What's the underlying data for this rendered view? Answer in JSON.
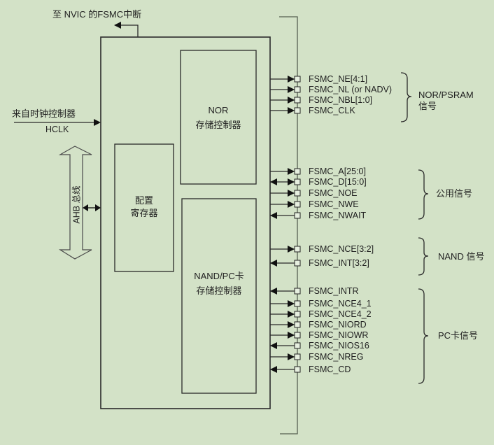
{
  "diagram": {
    "interrupt_label": "至 NVIC 的FSMC中断",
    "clock_input": {
      "source": "来自时钟控制器",
      "signal": "HCLK"
    },
    "bus_label": "AHB 总线",
    "blocks": {
      "nor_controller": {
        "line1": "NOR",
        "line2": "存储控制器"
      },
      "config_register": {
        "line1": "配置",
        "line2": "寄存器"
      },
      "nand_pc_controller": {
        "line1": "NAND/PC卡",
        "line2": "存储控制器"
      }
    },
    "signal_groups": [
      {
        "name": "NOR/PSRAM 信号",
        "label_line1": "NOR/PSRAM",
        "label_line2": "信号",
        "signals": [
          {
            "name": "FSMC_NE[4:1]",
            "direction": "out"
          },
          {
            "name": "FSMC_NL (or NADV)",
            "direction": "out"
          },
          {
            "name": "FSMC_NBL[1:0]",
            "direction": "out"
          },
          {
            "name": "FSMC_CLK",
            "direction": "out"
          }
        ]
      },
      {
        "name": "公用信号",
        "label_line1": "公用信号",
        "label_line2": "",
        "signals": [
          {
            "name": "FSMC_A[25:0]",
            "direction": "out"
          },
          {
            "name": "FSMC_D[15:0]",
            "direction": "bidir"
          },
          {
            "name": "FSMC_NOE",
            "direction": "out"
          },
          {
            "name": "FSMC_NWE",
            "direction": "out"
          },
          {
            "name": "FSMC_NWAIT",
            "direction": "in"
          }
        ]
      },
      {
        "name": "NAND 信号",
        "label_line1": "NAND 信号",
        "label_line2": "",
        "signals": [
          {
            "name": "FSMC_NCE[3:2]",
            "direction": "out"
          },
          {
            "name": "FSMC_INT[3:2]",
            "direction": "in"
          }
        ]
      },
      {
        "name": "PC卡信号",
        "label_line1": "PC卡信号",
        "label_line2": "",
        "signals": [
          {
            "name": "FSMC_INTR",
            "direction": "in"
          },
          {
            "name": "FSMC_NCE4_1",
            "direction": "out"
          },
          {
            "name": "FSMC_NCE4_2",
            "direction": "out"
          },
          {
            "name": "FSMC_NIORD",
            "direction": "out"
          },
          {
            "name": "FSMC_NIOWR",
            "direction": "out"
          },
          {
            "name": "FSMC_NIOS16",
            "direction": "in"
          },
          {
            "name": "FSMC_NREG",
            "direction": "out"
          },
          {
            "name": "FSMC_CD",
            "direction": "in"
          }
        ]
      }
    ],
    "colors": {
      "background": "#d3e2c7",
      "line": "#2a2a2a",
      "bus_line": "#555f50"
    }
  }
}
